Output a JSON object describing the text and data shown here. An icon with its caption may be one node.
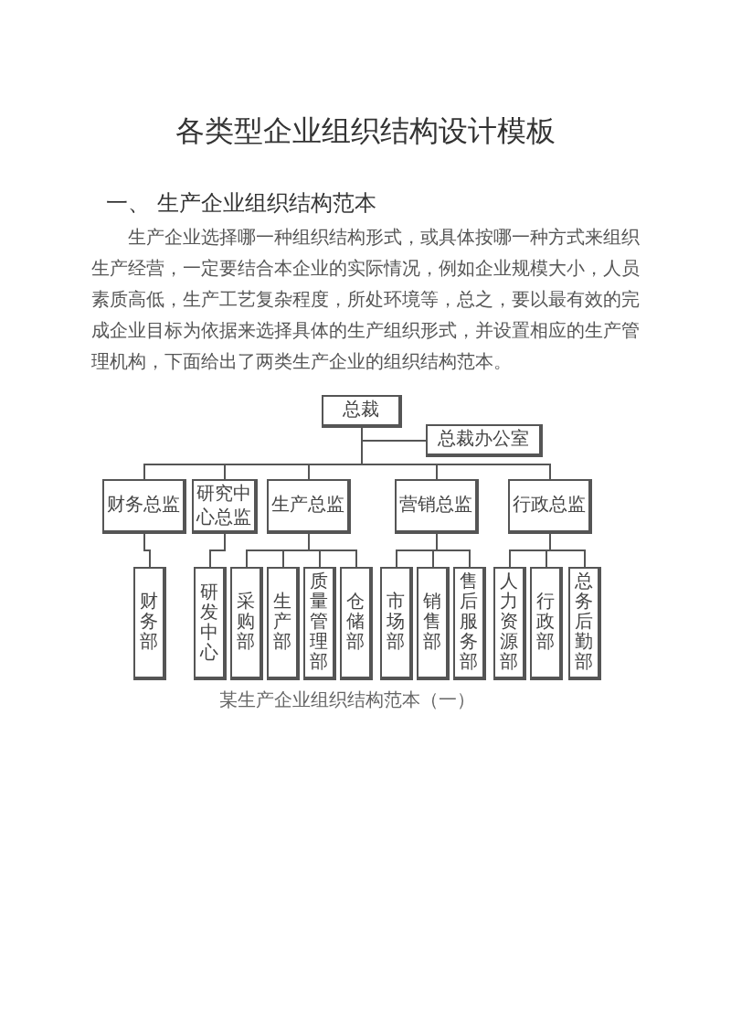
{
  "diagram": {
    "title": "各类型企业组织结构设计模板",
    "nodes": [
      {
        "text": [
          "总裁"
        ]
      },
      {
        "text": [
          "总裁办公室"
        ]
      },
      {
        "text": [
          "财务总监"
        ]
      },
      {
        "text": [
          "研究中心总监"
        ]
      },
      {
        "text": [
          "生产总监"
        ]
      },
      {
        "text": [
          "营销总监"
        ]
      },
      {
        "text": [
          "行政总监"
        ]
      },
      {
        "text": [
          "财务部"
        ]
      },
      {
        "text": [
          "研发中心"
        ]
      },
      {
        "text": [
          "采购部"
        ]
      },
      {
        "text": [
          "生产部"
        ]
      },
      {
        "text": [
          "质量管理部"
        ]
      },
      {
        "text": [
          "仓储部"
        ]
      },
      {
        "text": [
          "市场部"
        ]
      },
      {
        "text": [
          "销售部"
        ]
      },
      {
        "text": [
          "售后服务部"
        ]
      },
      {
        "text": [
          "人力资源部"
        ]
      },
      {
        "text": [
          "行政部"
        ]
      },
      {
        "text": [
          "总务后勤部"
        ]
      }
    ],
    "edges": [
      {
        "from": 0,
        "to": 1,
        "arrow": "none"
      },
      {
        "from": 0,
        "to": 2,
        "arrow": "none"
      },
      {
        "from": 0,
        "to": 3,
        "arrow": "none"
      },
      {
        "from": 0,
        "to": 4,
        "arrow": "none"
      },
      {
        "from": 0,
        "to": 5,
        "arrow": "none"
      },
      {
        "from": 0,
        "to": 6,
        "arrow": "none"
      },
      {
        "from": 2,
        "to": 7,
        "arrow": "none"
      },
      {
        "from": 3,
        "to": 8,
        "arrow": "none"
      },
      {
        "from": 4,
        "to": 9,
        "arrow": "none"
      },
      {
        "from": 4,
        "to": 10,
        "arrow": "none"
      },
      {
        "from": 4,
        "to": 11,
        "arrow": "none"
      },
      {
        "from": 4,
        "to": 12,
        "arrow": "none"
      },
      {
        "from": 5,
        "to": 13,
        "arrow": "none"
      },
      {
        "from": 5,
        "to": 14,
        "arrow": "none"
      },
      {
        "from": 5,
        "to": 15,
        "arrow": "none"
      },
      {
        "from": 6,
        "to": 16,
        "arrow": "none"
      },
      {
        "from": 6,
        "to": 17,
        "arrow": "none"
      },
      {
        "from": 6,
        "to": 18,
        "arrow": "none"
      }
    ],
    "labels": [
      "一、 生产企业组织结构范本",
      "生产企业选择哪一种组织结构形式，或具体按哪一种方式来组织生产经营，一定要结合本企业的实际情况，例如企业规模大小，人员素质高低，生产工艺复杂程度，所处环境等，总之，要以最有效的完成企业目标为依据来选择具体的生产组织形式，并设置相应的生产管理机构，下面给出了两类生产企业的组织结构范本。"
    ],
    "caption": "某生产企业组织结构范本（一）"
  }
}
